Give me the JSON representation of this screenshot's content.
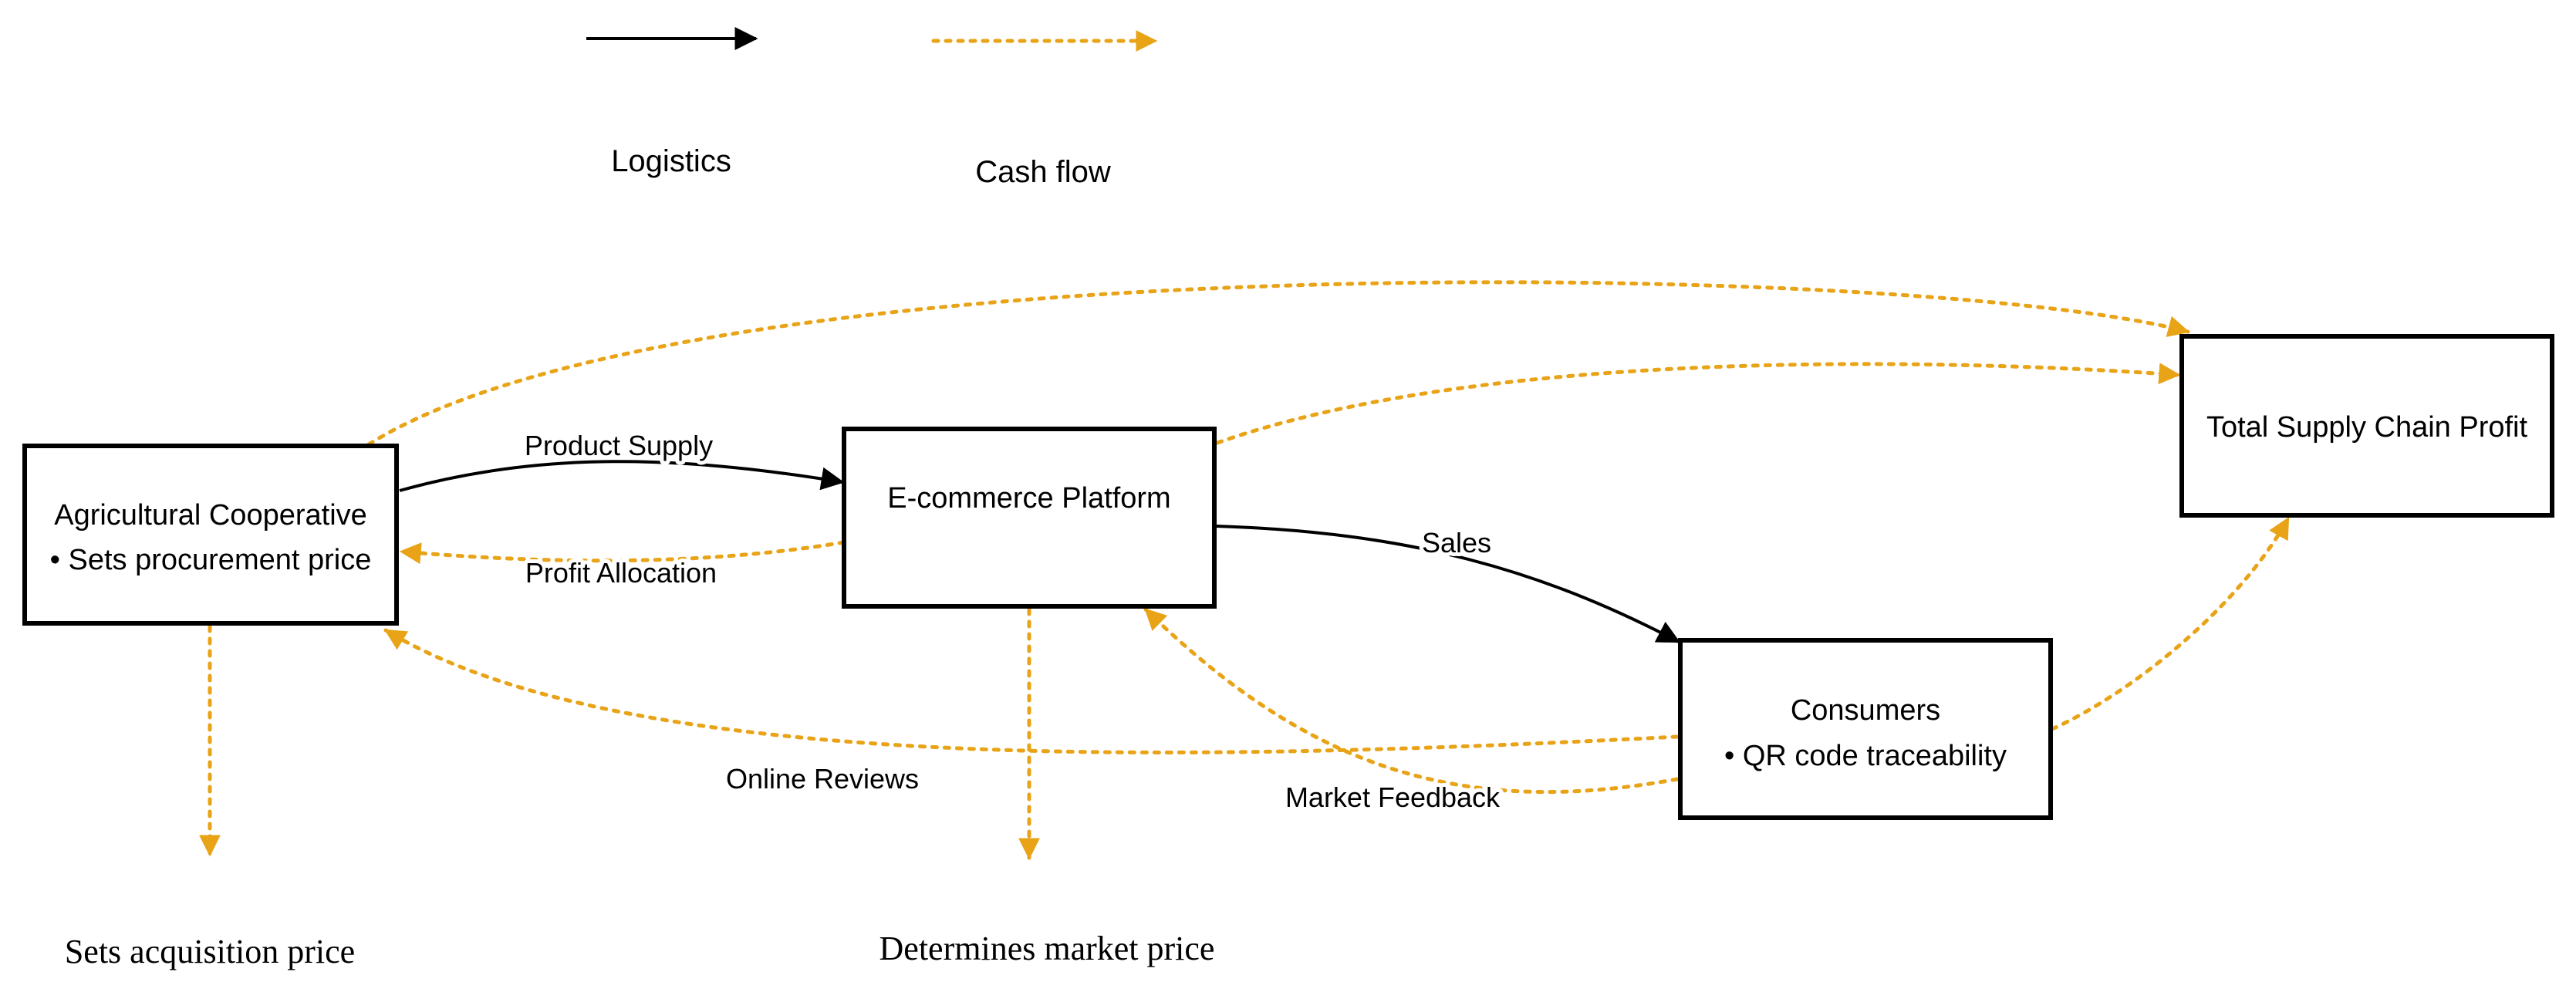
{
  "colors": {
    "logistics": "#000000",
    "cash_flow": "#E8A317",
    "node_border": "#000000"
  },
  "legend": {
    "logistics_label": "Logistics",
    "cash_flow_label": "Cash flow"
  },
  "nodes": {
    "cooperative": {
      "line1": "Agricultural Cooperative",
      "line2": "• Sets procurement price"
    },
    "platform": {
      "line1": "E-commerce Platform"
    },
    "consumers": {
      "line1": "Consumers",
      "line2": "• QR code traceability"
    },
    "profit": {
      "line1": "Total Supply Chain Profit"
    }
  },
  "edges": {
    "product_supply": "Product Supply",
    "profit_allocation": "Profit Allocation",
    "sales": "Sales",
    "online_reviews": "Online Reviews",
    "market_feedback": "Market Feedback"
  },
  "outcomes": {
    "acquisition_price": "Sets acquisition price",
    "market_price": "Determines market price"
  }
}
